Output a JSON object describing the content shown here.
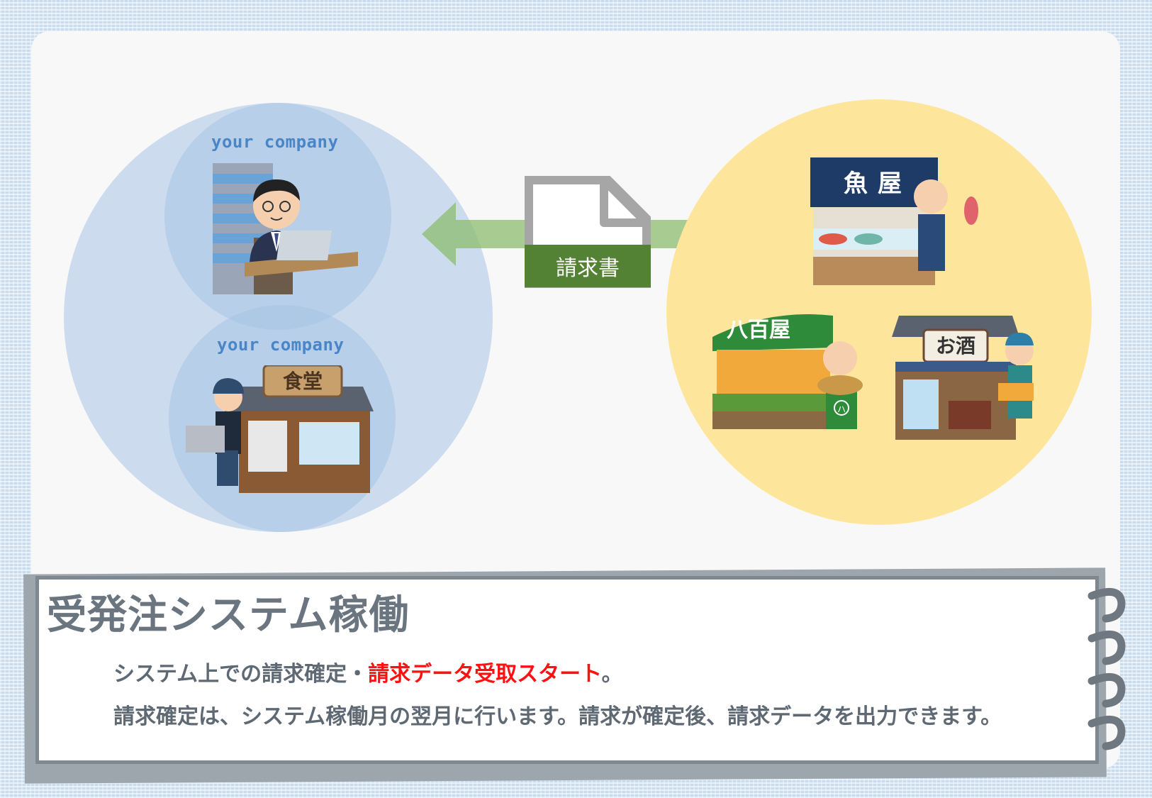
{
  "left_group": {
    "top_label": "your company",
    "bottom_label": "your company",
    "restaurant_sign": "食堂"
  },
  "center": {
    "document_label": "請求書"
  },
  "right_group": {
    "fish_shop_sign": "魚屋",
    "vegetable_shop_sign": "八百屋",
    "vegetable_apron_mark": "ハ",
    "liquor_shop_sign": "お酒"
  },
  "card": {
    "title": "受発注システム稼働",
    "line1_prefix": "システム上での請求確定・",
    "line1_highlight": "請求データ受取スタート",
    "line1_suffix": "。",
    "line2": "請求確定は、システム稼働月の翌月に行います。請求が確定後、請求データを出力できます。"
  },
  "colors": {
    "blue_circle": "#ccdcee",
    "yellow_circle": "#fde69b",
    "arrow_green": "#8cbc6e",
    "document_label_bg": "#548235",
    "highlight_red": "#ff1111"
  }
}
